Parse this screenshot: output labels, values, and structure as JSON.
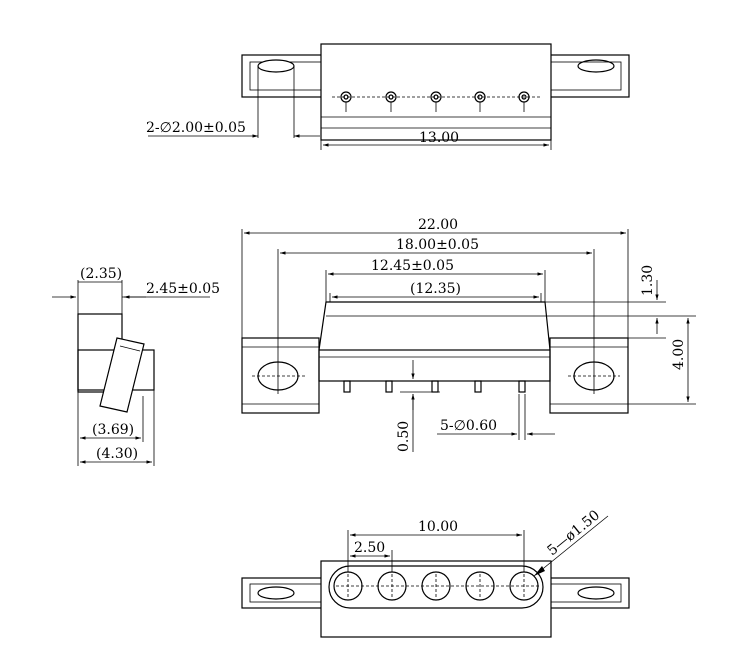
{
  "views": {
    "top": {
      "hole_dim": "2-∅2.00±0.05",
      "body_length": "13.00"
    },
    "side": {
      "top_width": "(2.35)",
      "thickness": "2.45±0.05",
      "lower_width": "(3.69)",
      "overall_depth": "(4.30)"
    },
    "front": {
      "overall": "22.00",
      "hole_pitch": "18.00±0.05",
      "body_outer": "12.45±0.05",
      "body_inner": "(12.35)",
      "top_offset": "1.30",
      "height": "4.00",
      "pin_standoff": "0.50",
      "pin_dia": "5-∅0.60"
    },
    "bottom": {
      "pin_span": "10.00",
      "pin_pitch": "2.50",
      "socket_dia": "5—ø1.50"
    }
  }
}
